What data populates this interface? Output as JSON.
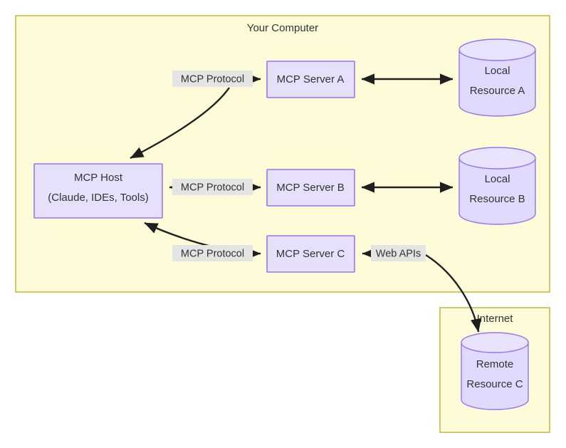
{
  "diagram": {
    "title_visible": false,
    "colors": {
      "container_fill": "#fdfbd8",
      "container_stroke": "#c5bb46",
      "node_fill": "#e6e0fb",
      "node_stroke": "#9575f0",
      "cylinder_fill": "#e0daff",
      "cylinder_stroke": "#9575f0",
      "edge_stroke": "#1f1f1f",
      "edge_label_bg": "#e4e4e4",
      "text": "#333333",
      "page_bg": "#ffffff"
    },
    "containers": [
      {
        "id": "your-computer",
        "label": "Your Computer"
      },
      {
        "id": "internet",
        "label": "Internet"
      }
    ],
    "nodes": [
      {
        "id": "mcp-host",
        "label_line1": "MCP Host",
        "label_line2": "(Claude, IDEs, Tools)",
        "shape": "box"
      },
      {
        "id": "mcp-server-a",
        "label_line1": "MCP Server A",
        "shape": "box"
      },
      {
        "id": "mcp-server-b",
        "label_line1": "MCP Server B",
        "shape": "box"
      },
      {
        "id": "mcp-server-c",
        "label_line1": "MCP Server C",
        "shape": "box"
      },
      {
        "id": "local-resource-a",
        "label_line1": "Local",
        "label_line2": "Resource A",
        "shape": "cylinder"
      },
      {
        "id": "local-resource-b",
        "label_line1": "Local",
        "label_line2": "Resource B",
        "shape": "cylinder"
      },
      {
        "id": "remote-resource-c",
        "label_line1": "Remote",
        "label_line2": "Resource C",
        "shape": "cylinder"
      }
    ],
    "edges": [
      {
        "id": "edge-host-server-a",
        "label": "MCP Protocol",
        "from": "mcp-server-a",
        "to": "mcp-host"
      },
      {
        "id": "edge-server-a-resource-a",
        "label": "",
        "from": "mcp-server-a",
        "to": "local-resource-a"
      },
      {
        "id": "edge-host-server-b",
        "label": "MCP Protocol",
        "from": "mcp-host",
        "to": "mcp-server-b"
      },
      {
        "id": "edge-server-b-resource-b",
        "label": "",
        "from": "mcp-server-b",
        "to": "local-resource-b"
      },
      {
        "id": "edge-host-server-c",
        "label": "MCP Protocol",
        "from": "mcp-server-c",
        "to": "mcp-host"
      },
      {
        "id": "edge-server-c-web",
        "label": "Web APIs",
        "from": "remote-resource-c",
        "to": "mcp-server-c"
      }
    ],
    "labels": {
      "your_computer": "Your Computer",
      "internet": "Internet",
      "mcp_host_l1": "MCP Host",
      "mcp_host_l2": "(Claude, IDEs, Tools)",
      "mcp_server_a": "MCP Server A",
      "mcp_server_b": "MCP Server B",
      "mcp_server_c": "MCP Server C",
      "local_resource_a_l1": "Local",
      "local_resource_a_l2": "Resource A",
      "local_resource_b_l1": "Local",
      "local_resource_b_l2": "Resource B",
      "remote_resource_c_l1": "Remote",
      "remote_resource_c_l2": "Resource C",
      "mcp_protocol_a": "MCP Protocol",
      "mcp_protocol_b": "MCP Protocol",
      "mcp_protocol_c": "MCP Protocol",
      "web_apis": "Web APIs"
    }
  }
}
